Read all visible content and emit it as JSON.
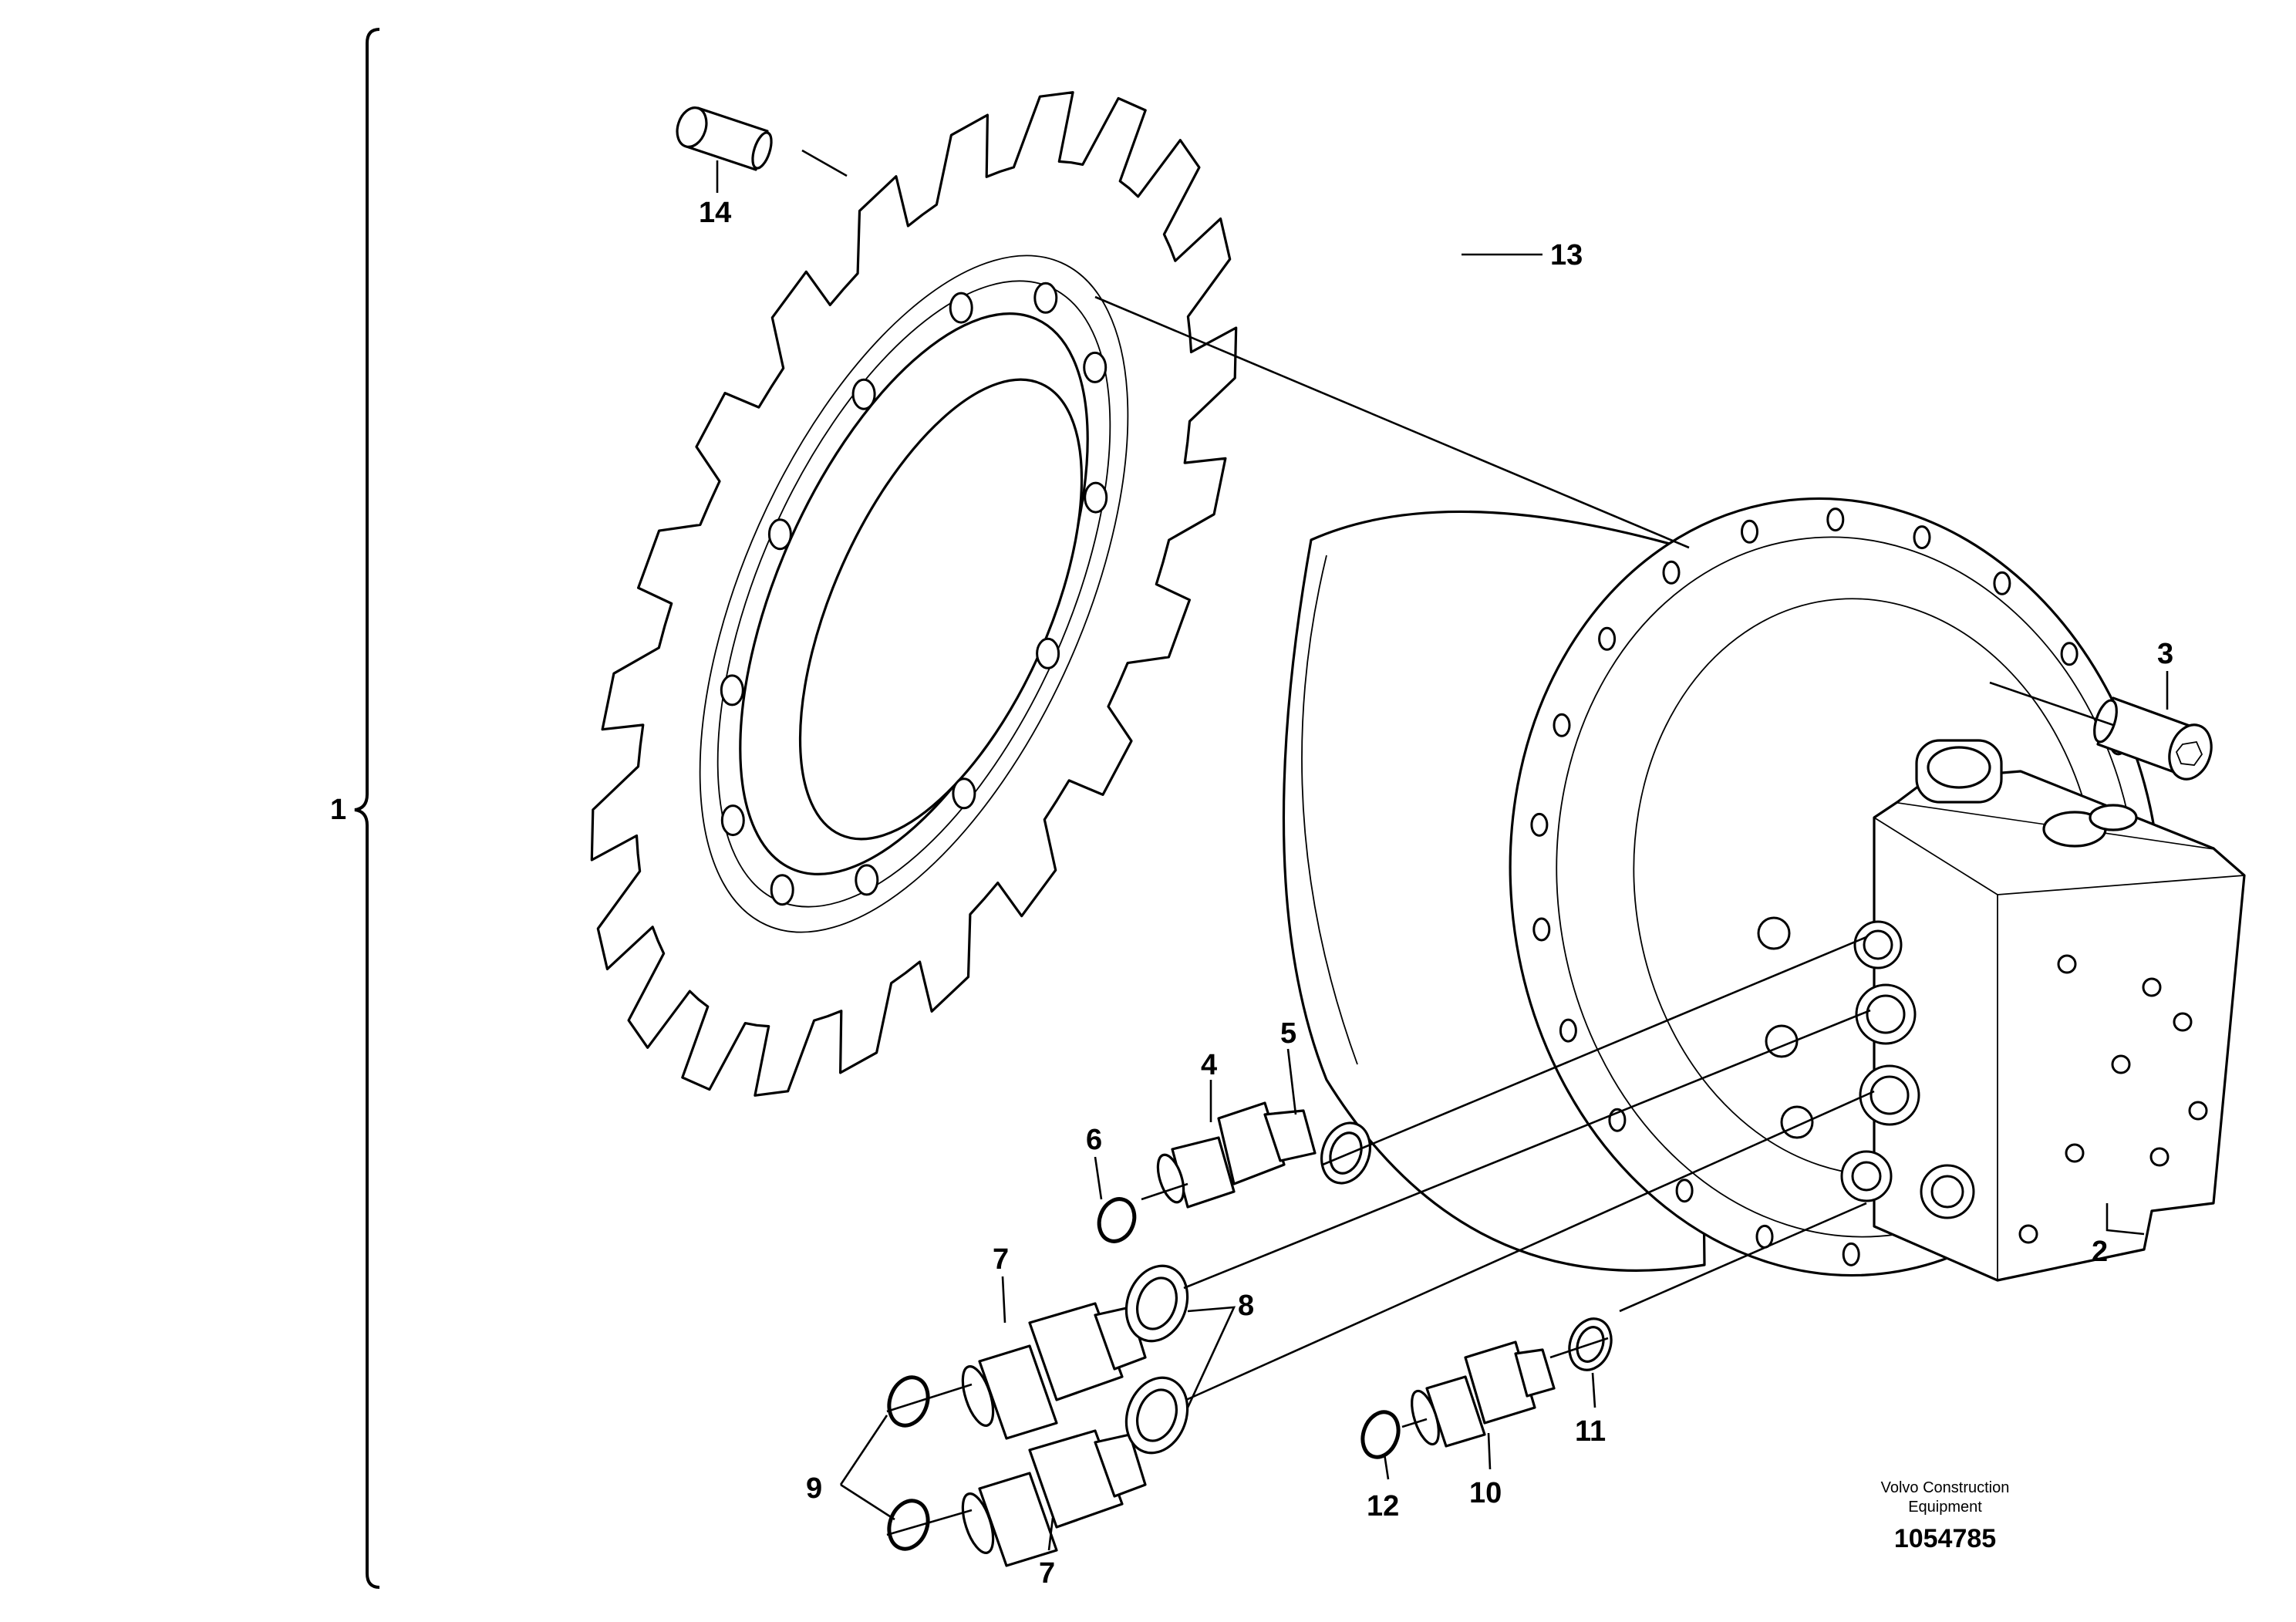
{
  "callouts": {
    "c1": "1",
    "c2": "2",
    "c3": "3",
    "c4": "4",
    "c5": "5",
    "c6": "6",
    "c7a": "7",
    "c7b": "7",
    "c8": "8",
    "c9": "9",
    "c10": "10",
    "c11": "11",
    "c12": "12",
    "c13": "13",
    "c14": "14"
  },
  "footer": {
    "maker_line1": "Volvo Construction",
    "maker_line2": "Equipment",
    "drawing_number": "1054785"
  }
}
